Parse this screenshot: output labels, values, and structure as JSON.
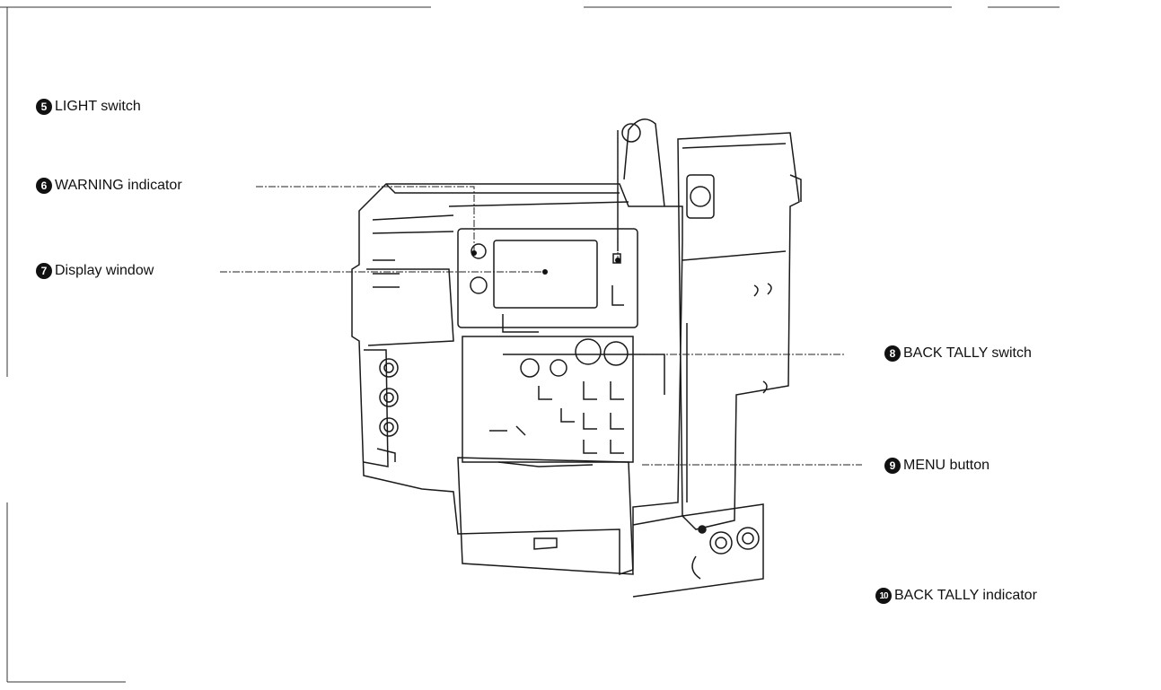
{
  "callouts": [
    {
      "number": "5",
      "text": "LIGHT switch"
    },
    {
      "number": "6",
      "text": "WARNING indicator"
    },
    {
      "number": "7",
      "text": "Display window"
    },
    {
      "number": "8",
      "text": "BACK TALLY switch"
    },
    {
      "number": "9",
      "text": "MENU button"
    },
    {
      "number": "10",
      "text": "BACK TALLY indicator"
    }
  ]
}
